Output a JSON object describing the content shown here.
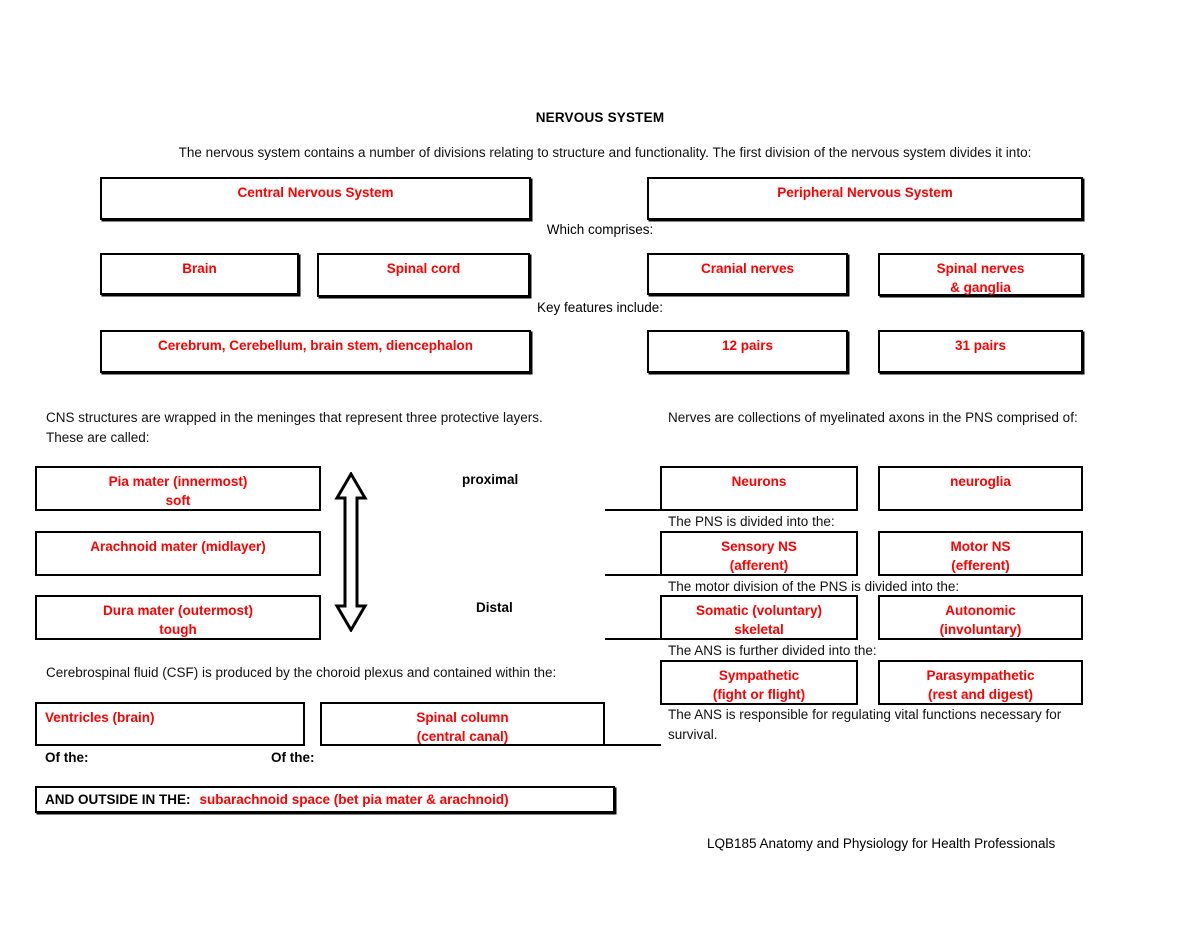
{
  "document": {
    "title": "NERVOUS SYSTEM",
    "intro": "The nervous system contains a number of divisions relating to structure and functionality. The first division of the nervous system divides it into:",
    "footer": "LQB185 Anatomy and Physiology for Health Professionals"
  },
  "colors": {
    "box_text": "#FF0000",
    "body_text": "#000000",
    "border": "#000000",
    "background": "#FFFFFF"
  },
  "connectors": {
    "which_comprises": "Which comprises:",
    "key_features_include": "Key features include:"
  },
  "level1": {
    "cns": "Central Nervous System",
    "pns": "Peripheral Nervous System"
  },
  "level2": {
    "brain": "Brain",
    "spinal_cord": "Spinal cord",
    "cranial_nerves": "Cranial nerves",
    "spinal_nerves": "Spinal nerves\n& ganglia"
  },
  "level3": {
    "cns_features": "Cerebrum, Cerebellum, brain stem, diencephalon",
    "cranial_pairs": "12 pairs",
    "spinal_pairs": "31 pairs"
  },
  "meninges": {
    "intro": "CNS structures are wrapped in the meninges that represent three protective layers. These are called:",
    "layers": [
      "Pia mater (innermost)\nsoft",
      "Arachnoid mater (midlayer)",
      "Dura mater (outermost)\ntough"
    ],
    "axis_top": "proximal",
    "axis_bottom": "Distal",
    "arrow_icon": "double-headed-vertical-arrow"
  },
  "pns_branch": {
    "intro": "Nerves are collections of myelinated axons in the PNS comprised of:",
    "cells": {
      "left": "Neurons",
      "right": "neuroglia"
    },
    "divided_label": "The PNS is divided into the:",
    "divisions": {
      "left": "Sensory NS\n(afferent)",
      "right": "Motor NS\n(efferent)"
    },
    "motor_label": "The motor division of the PNS is divided into the:",
    "motor": {
      "left": "Somatic  (voluntary)\nskeletal",
      "right": "Autonomic\n(involuntary)"
    },
    "ans_label": "The ANS is further divided into the:",
    "ans": {
      "left": "Sympathetic\n(fight or flight)",
      "right": "Parasympathetic\n(rest and digest)"
    },
    "ans_note": "The ANS is responsible for regulating vital functions necessary for survival."
  },
  "csf": {
    "intro": "Cerebrospinal fluid (CSF) is produced by the choroid plexus and contained within the:",
    "left_box": "Ventricles (brain)",
    "right_box": "Spinal column\n(central canal)",
    "of_the_left": "Of the:",
    "of_the_right": "Of the:",
    "outside_prefix": "AND OUTSIDE IN THE:",
    "outside_value": "subarachnoid space (bet pia mater & arachnoid)"
  }
}
